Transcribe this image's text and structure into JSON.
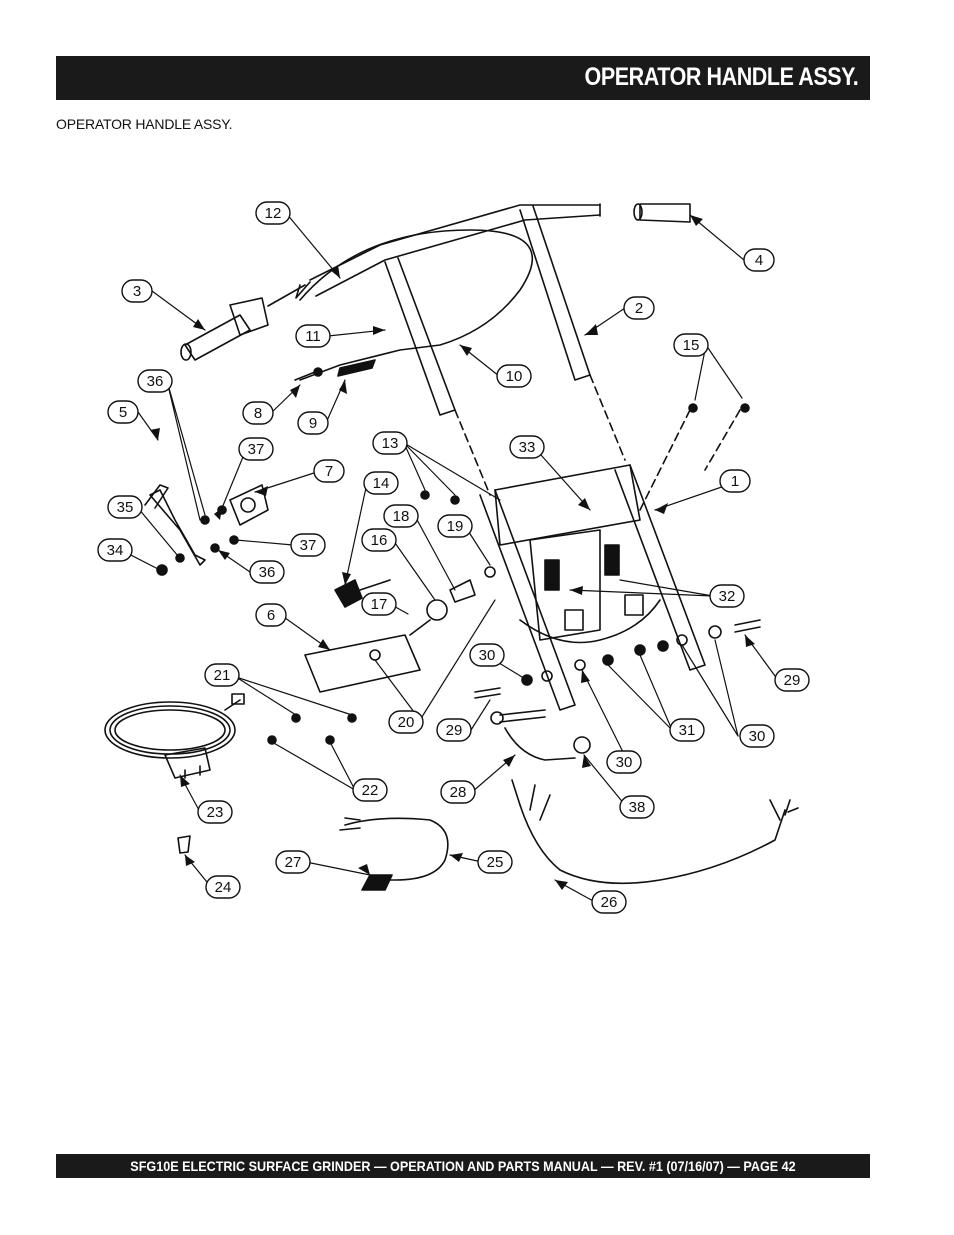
{
  "header": {
    "title": "OPERATOR HANDLE ASSY."
  },
  "section": {
    "subtitle": "OPERATOR HANDLE ASSY."
  },
  "diagram": {
    "callouts": [
      "1",
      "2",
      "3",
      "4",
      "5",
      "6",
      "7",
      "8",
      "9",
      "10",
      "11",
      "12",
      "13",
      "14",
      "15",
      "16",
      "17",
      "18",
      "19",
      "20",
      "21",
      "22",
      "23",
      "24",
      "25",
      "26",
      "27",
      "28",
      "29",
      "29",
      "30",
      "30",
      "30",
      "31",
      "32",
      "33",
      "34",
      "35",
      "36",
      "36",
      "37",
      "37",
      "38"
    ]
  },
  "footer": {
    "text": "SFG10E ELECTRIC SURFACE GRINDER — OPERATION AND PARTS MANUAL — REV. #1  (07/16/07) — PAGE 42"
  }
}
